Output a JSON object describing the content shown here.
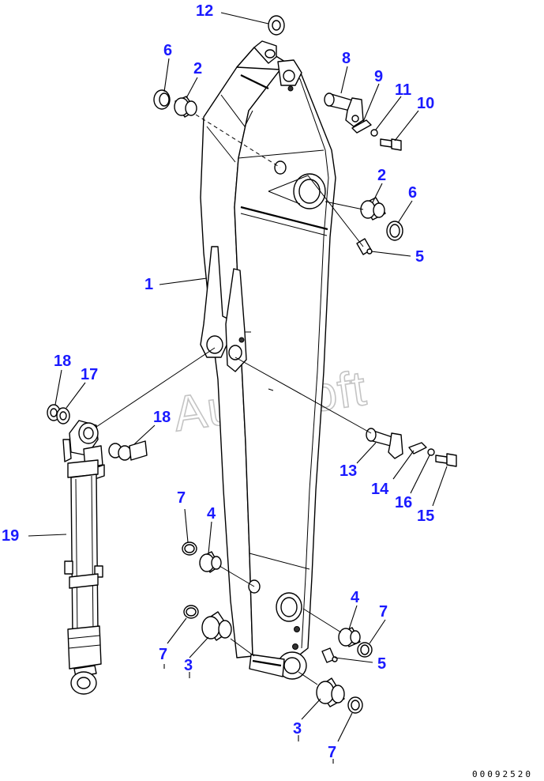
{
  "watermark": "AutoSoft",
  "drawing_number": "00092520",
  "callouts": [
    {
      "id": "c12",
      "label": "12"
    },
    {
      "id": "c6a",
      "label": "6"
    },
    {
      "id": "c2a",
      "label": "2"
    },
    {
      "id": "c8",
      "label": "8"
    },
    {
      "id": "c9",
      "label": "9"
    },
    {
      "id": "c11",
      "label": "11"
    },
    {
      "id": "c10",
      "label": "10"
    },
    {
      "id": "c2b",
      "label": "2"
    },
    {
      "id": "c6b",
      "label": "6"
    },
    {
      "id": "c5a",
      "label": "5"
    },
    {
      "id": "c1",
      "label": "1"
    },
    {
      "id": "c18a",
      "label": "18"
    },
    {
      "id": "c17",
      "label": "17"
    },
    {
      "id": "c18b",
      "label": "18"
    },
    {
      "id": "c13",
      "label": "13"
    },
    {
      "id": "c14",
      "label": "14"
    },
    {
      "id": "c16",
      "label": "16"
    },
    {
      "id": "c15",
      "label": "15"
    },
    {
      "id": "c19",
      "label": "19"
    },
    {
      "id": "c7a",
      "label": "7"
    },
    {
      "id": "c4a",
      "label": "4"
    },
    {
      "id": "c4b",
      "label": "4"
    },
    {
      "id": "c7b",
      "label": "7"
    },
    {
      "id": "c7c",
      "label": "7"
    },
    {
      "id": "c5b",
      "label": "5"
    },
    {
      "id": "c3a",
      "label": "3"
    },
    {
      "id": "c3b",
      "label": "3"
    },
    {
      "id": "c7d",
      "label": "7"
    }
  ]
}
